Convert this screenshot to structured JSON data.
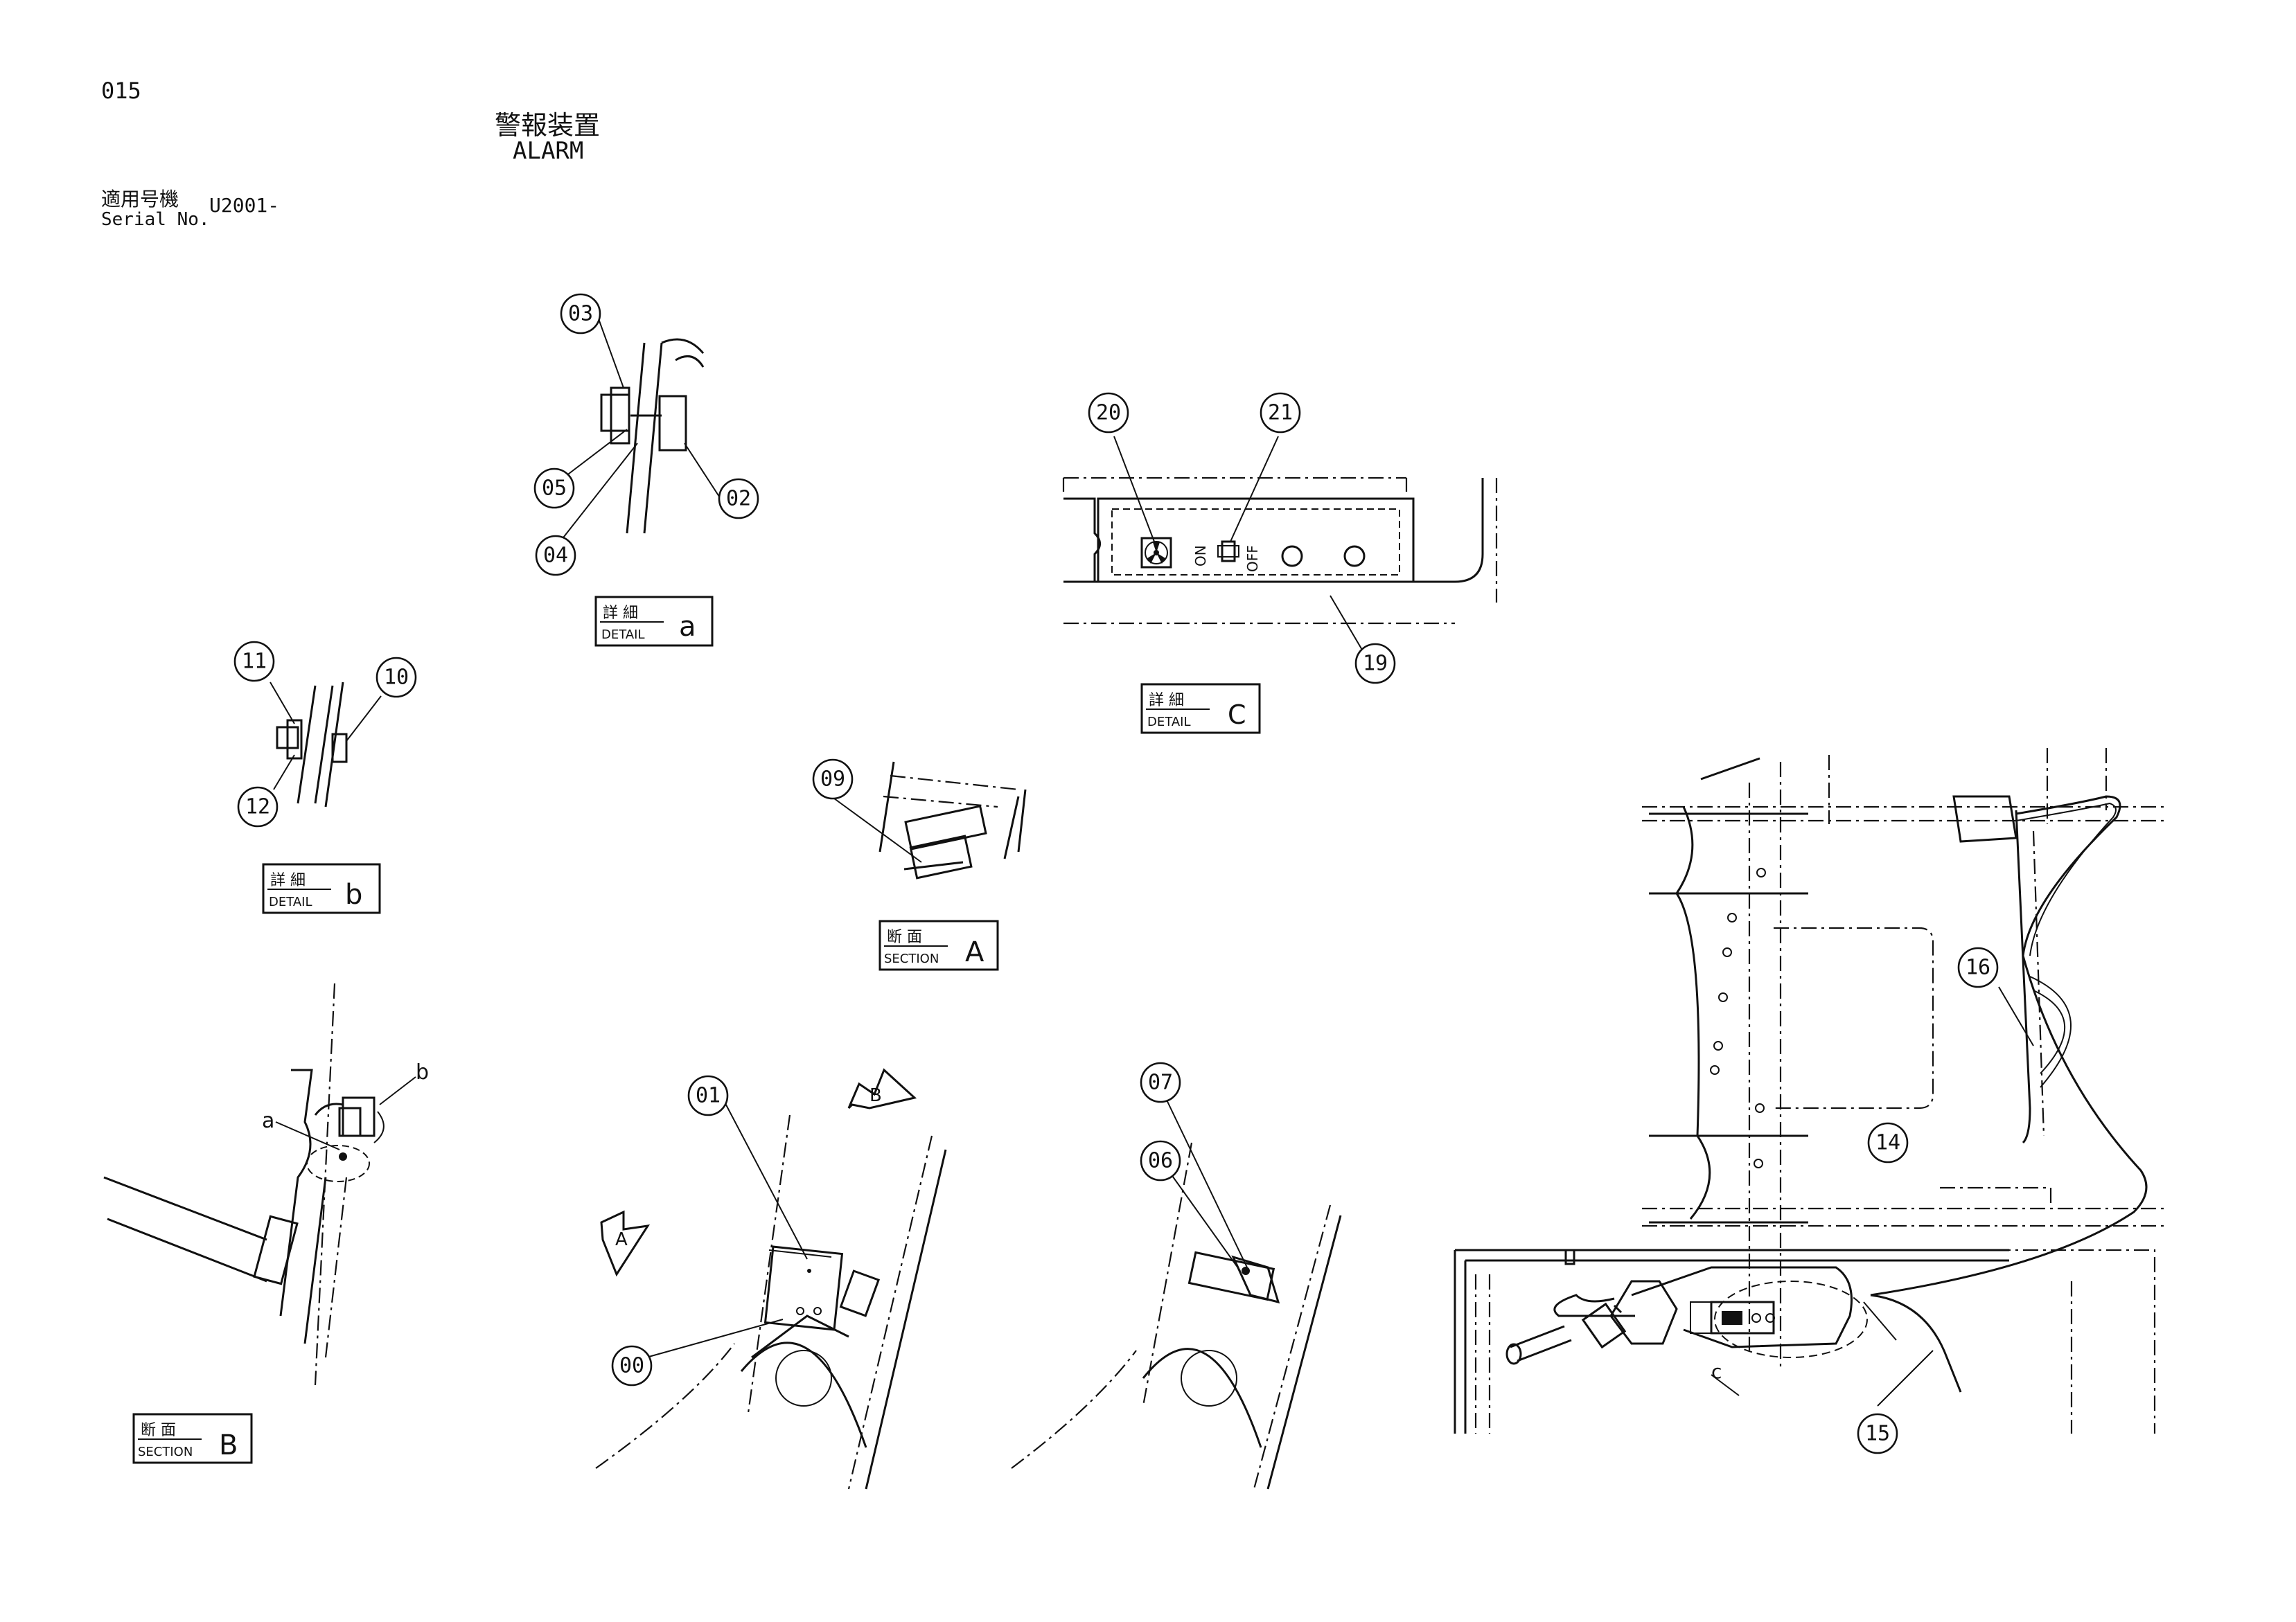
{
  "header": {
    "page_number": "015",
    "title_ja": "警報装置",
    "title_en": "ALARM",
    "serial_label_ja": "適用号機",
    "serial_label_en": "Serial No.",
    "serial_value": "U2001-"
  },
  "balloons": {
    "b00": "00",
    "b01": "01",
    "b02": "02",
    "b03": "03",
    "b04": "04",
    "b05": "05",
    "b06": "06",
    "b07": "07",
    "b09": "09",
    "b10": "10",
    "b11": "11",
    "b12": "12",
    "b14": "14",
    "b15": "15",
    "b16": "16",
    "b19": "19",
    "b20": "20",
    "b21": "21"
  },
  "labels": {
    "detail_a": {
      "ja": "詳 細",
      "en": "DETAIL",
      "letter": "a"
    },
    "detail_b": {
      "ja": "詳 細",
      "en": "DETAIL",
      "letter": "b"
    },
    "detail_c": {
      "ja": "詳 細",
      "en": "DETAIL",
      "letter": "C"
    },
    "section_a": {
      "ja": "断 面",
      "en": "SECTION",
      "letter": "A"
    },
    "section_b": {
      "ja": "断 面",
      "en": "SECTION",
      "letter": "B"
    }
  },
  "markers": {
    "arrow_a": "A",
    "arrow_b": "B",
    "callout_a": "a",
    "callout_b": "b",
    "callout_c": "c"
  },
  "switch_panel": {
    "on": "ON",
    "off": "OFF"
  }
}
